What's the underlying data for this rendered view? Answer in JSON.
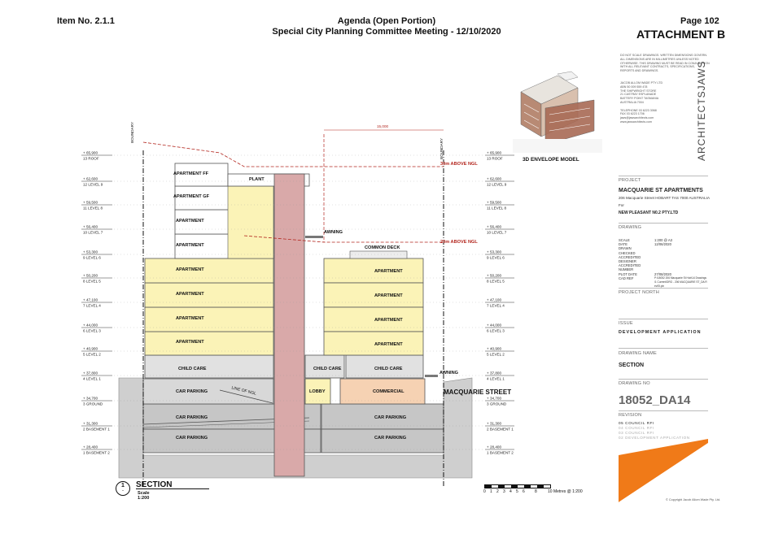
{
  "header": {
    "item_no": "Item No. 2.1.1",
    "agenda_line1": "Agenda (Open Portion)",
    "agenda_line2": "Special City Planning Committee Meeting - 12/10/2020",
    "page_no": "Page 102",
    "attachment": "ATTACHMENT B"
  },
  "levels": [
    {
      "value": "+ 65,900",
      "name": "13 ROOF"
    },
    {
      "value": "+ 62,600",
      "name": "12 LEVEL 9"
    },
    {
      "value": "+ 59,500",
      "name": "11 LEVEL 8"
    },
    {
      "value": "+ 56,400",
      "name": "10 LEVEL 7"
    },
    {
      "value": "+ 53,300",
      "name": "9 LEVEL 6"
    },
    {
      "value": "+ 50,200",
      "name": "8 LEVEL 5"
    },
    {
      "value": "+ 47,100",
      "name": "7 LEVEL 4"
    },
    {
      "value": "+ 44,000",
      "name": "6 LEVEL 3"
    },
    {
      "value": "+ 40,900",
      "name": "5 LEVEL 2"
    },
    {
      "value": "+ 37,800",
      "name": "4 LEVEL 1"
    },
    {
      "value": "+ 34,700",
      "name": "3 GROUND"
    },
    {
      "value": "+ 31,300",
      "name": "2 BASEMENT 1"
    },
    {
      "value": "+ 28,400",
      "name": "1 BASEMENT 2"
    }
  ],
  "rooms": {
    "apartment_ff": "APARTMENT FF",
    "apartment_gf": "APARTMENT GF",
    "apartment": "APARTMENT",
    "plant": "PLANT",
    "awning": "AWNING",
    "common_deck": "COMMON DECK",
    "child_care": "CHILD CARE",
    "car_parking": "CAR PARKING",
    "lobby": "LOBBY",
    "commercial": "COMMERCIAL",
    "line_of_ngl": "LINE OF NGL",
    "macquarie_street": "MACQUARIE STREET",
    "boundary": "BOUNDARY"
  },
  "annotations": {
    "above_30": "30m ABOVE NGL",
    "above_20": "20m ABOVE NGL",
    "dim_15000": "15,000"
  },
  "section": {
    "number": "1",
    "dash": "-",
    "title": "SECTION",
    "scale": "Scale 1:200"
  },
  "scale_bar": {
    "ticks": [
      "0",
      "1",
      "2",
      "3",
      "4",
      "5",
      "6",
      "8",
      "10 Metres @ 1:200"
    ]
  },
  "envelope_caption": "3D ENVELOPE MODEL",
  "logo": "ARCHITECTSJAWS",
  "title_block": {
    "disclaimer": "DO NOT SCALE DRAWINGS. WRITTEN DIMENSIONS GOVERN. ALL DIMENSIONS ARE IN MILLIMETRES UNLESS NOTED OTHERWISE. THIS DRAWING MUST BE READ IN CONJUNCTION WITH ALL RELEVANT CONTRACTS, SPECIFICATIONS, REPORTS AND DRAWINGS.",
    "firm_lines": [
      "JACOB ALLOM WADE PTY LTD",
      "ABN 50 009 559 478",
      "THE SHIPWRIGHT STORE",
      "21 CASTRAY ESPLANADE",
      "BATTERY POINT TASMANIA",
      "AUSTRALIA 7004",
      "",
      "TELEPHONE 03 6223 3068",
      "FAX 03 6223 1706",
      "jaws@jawsarchitects.com",
      "www.jawsarchitects.com"
    ],
    "project_label": "PROJECT",
    "project_name": "MACQUARIE ST APARTMENTS",
    "project_address": "206 Macquarie Street HOBART TAS 7000 AUSTRALIA",
    "for_label": "For",
    "client": "NEW PLEASANT N0.2 PTY.LTD",
    "drawing_label": "DRAWING",
    "drawing_fields": [
      {
        "k": "SCALE",
        "v": "1:200 @ A3"
      },
      {
        "k": "DATE",
        "v": "12/06/2020"
      },
      {
        "k": "DRAWN",
        "v": ""
      },
      {
        "k": "CHECKED",
        "v": ""
      },
      {
        "k": "ACCREDITED DESIGNER",
        "v": ""
      },
      {
        "k": "ACCREDITED NUMBER",
        "v": ""
      },
      {
        "k": "PLOT DATE",
        "v": "27/08/2020"
      },
      {
        "k": "CAD REF",
        "v": "P:\\18052 206 Macquarie St Hob\\14 Drawings\\1 Current\\DRG - 206 MACQUARIE ST_DA Rev05.pln"
      }
    ],
    "project_north": "PROJECT NORTH",
    "issue_label": "ISSUE",
    "issue_value": "DEVELOPMENT APPLICATION",
    "drawing_name_label": "DRAWING NAME",
    "drawing_name": "SECTION",
    "drawing_no_label": "DRAWING NO",
    "drawing_no": "18052_DA14",
    "revision_label": "REVISION",
    "revisions": [
      "05   COUNCIL RFI",
      "04   COUNCIL RFI",
      "03   COUNCIL RFI",
      "02   DEVELOPMENT APPLICATION"
    ],
    "copyright": "© Copyright Jacob Allom Wade Pty. Ltd."
  },
  "colors": {
    "apartment_fill": "#fbf3b7",
    "core_fill": "#d9a9a9",
    "commercial_fill": "#f6d2b3",
    "ground_fill": "#cfcfcf",
    "red_line": "#b3261e",
    "accent_orange": "#f07a18"
  }
}
